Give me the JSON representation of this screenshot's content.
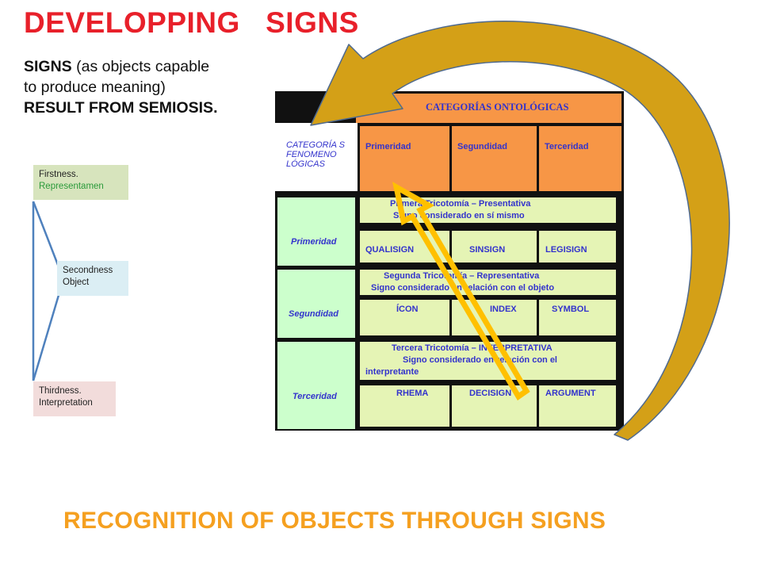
{
  "title": "DEVELOPPING   SIGNS",
  "subtitle": {
    "part1": "SIGNS",
    "part2": " (as objects capable to produce meaning) ",
    "part3": "RESULT FROM SEMIOSIS."
  },
  "triad": {
    "firstness_line1": "Firstness.",
    "firstness_line2": "Representamen",
    "secondness_line1": "Secondness",
    "secondness_line2": "Object",
    "thirdness_line1": "Thirdness.",
    "thirdness_line2": "Interpretation"
  },
  "table": {
    "top_header": "CATEGORÍAS ONTOLÓGICAS",
    "corner_label": "CATEGORÍA S FENOMENO LÓGICAS",
    "columns": [
      "Primeridad",
      "Segundidad",
      "Terceridad"
    ],
    "rows": [
      {
        "label": "Primeridad",
        "title_line1": "Primera Tricotomía – Presentativa",
        "title_line2": "Signo considerado en sí mismo",
        "cells": [
          "QUALISIGN",
          "SINSIGN",
          "LEGISIGN"
        ]
      },
      {
        "label": "Segundidad",
        "title_line1": "Segunda Tricotomía – Representativa",
        "title_line2": "Signo considerado en relación con el objeto",
        "cells": [
          "ÍCON",
          "INDEX",
          "SYMBOL"
        ]
      },
      {
        "label": "Terceridad",
        "title_line1": "Tercera Tricotomía – INTERPRETATIVA",
        "title_line2": "Signo considerado en relación con el",
        "title_line3": "interpretante",
        "cells": [
          "RHEMA",
          "DECISIGN",
          "ARGUMENT"
        ]
      }
    ]
  },
  "bottom_caption": "RECOGNITION OF OBJECTS THROUGH SIGNS",
  "colors": {
    "title_red": "#e8202a",
    "caption_orange": "#f5a020",
    "arrow_gold": "#d4a017",
    "arrow_yellow": "#ffc000",
    "table_orange": "#f79646",
    "table_green": "#e5f4b5",
    "label_blue": "#3333cc"
  }
}
